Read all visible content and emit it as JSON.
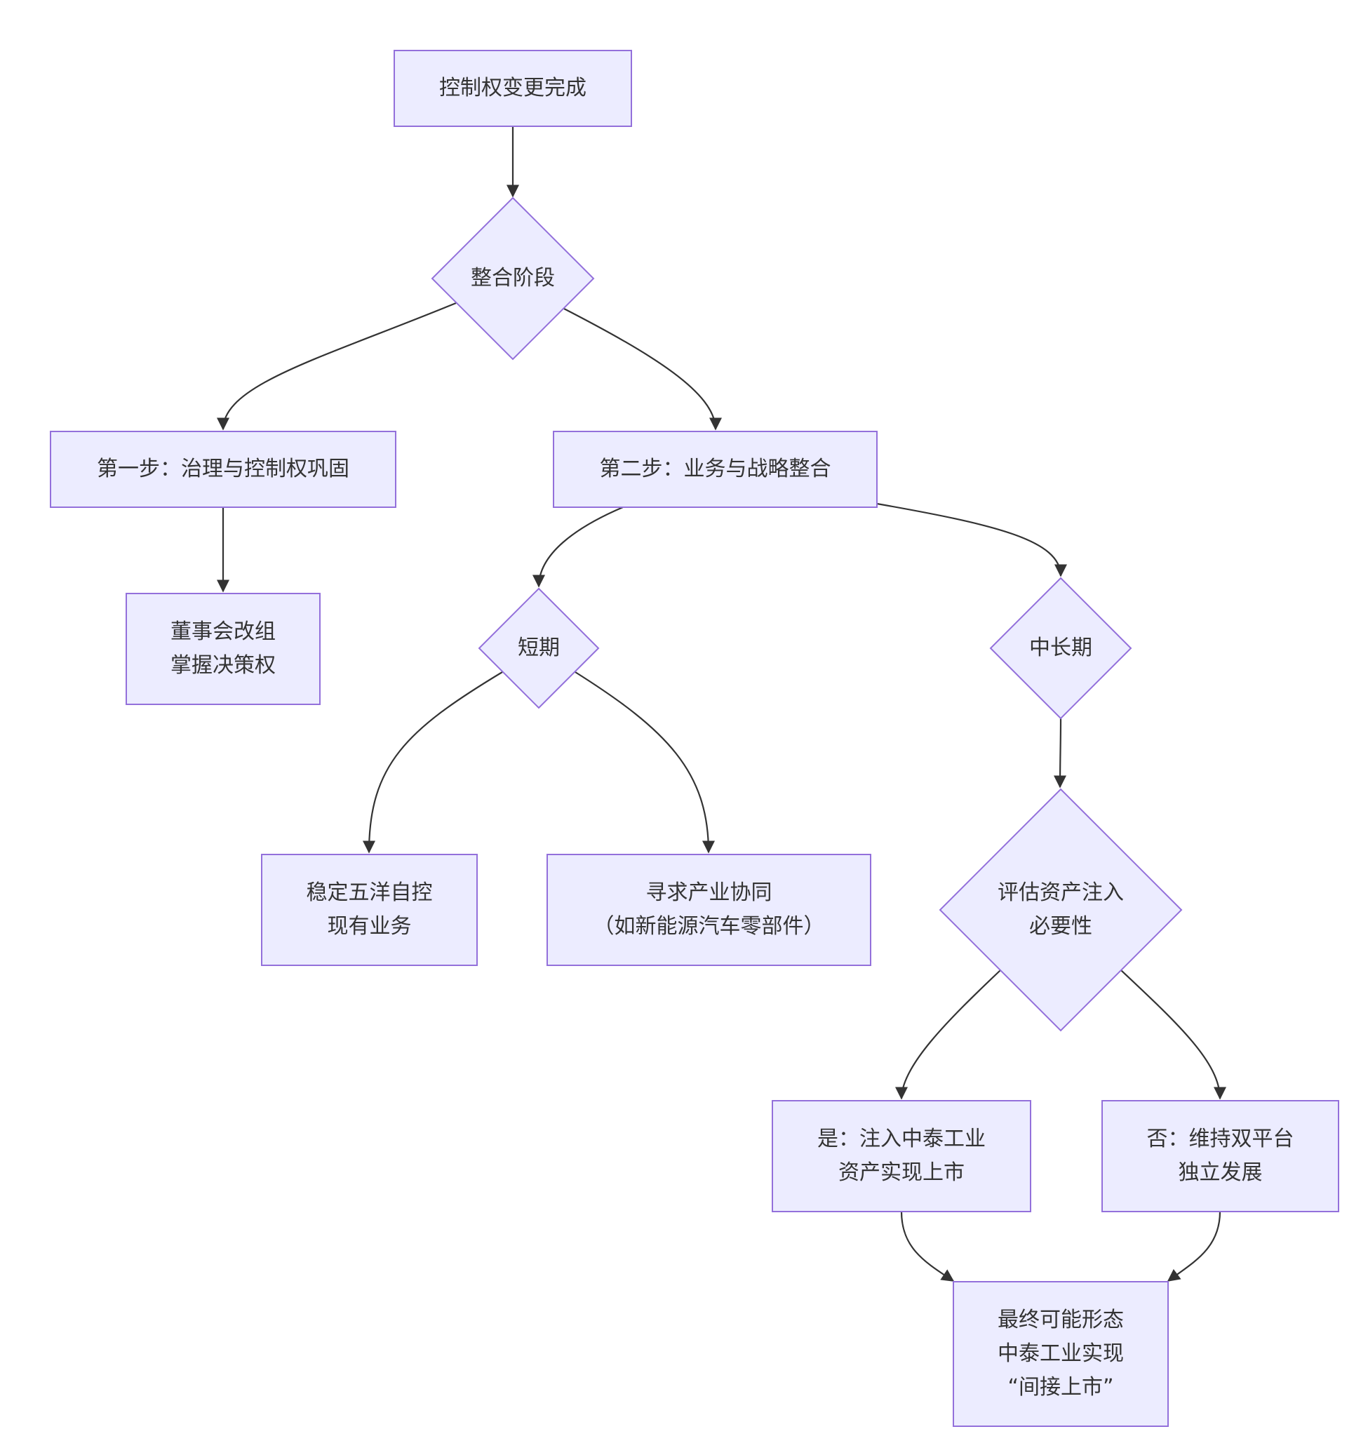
{
  "diagram": {
    "type": "flowchart",
    "colors": {
      "node_fill": "#ECECFF",
      "node_stroke": "#9370DB",
      "edge": "#333333",
      "text": "#333333",
      "background": "#FFFFFF"
    },
    "nodes": [
      {
        "id": "A",
        "shape": "rect",
        "lines": [
          "控制权变更完成"
        ]
      },
      {
        "id": "B",
        "shape": "diamond",
        "lines": [
          "整合阶段"
        ]
      },
      {
        "id": "C",
        "shape": "rect",
        "lines": [
          "第一步：治理与控制权巩固"
        ]
      },
      {
        "id": "D",
        "shape": "rect",
        "lines": [
          "第二步：业务与战略整合"
        ]
      },
      {
        "id": "E",
        "shape": "rect",
        "lines": [
          "董事会改组",
          "掌握决策权"
        ]
      },
      {
        "id": "F",
        "shape": "diamond",
        "lines": [
          "短期"
        ]
      },
      {
        "id": "G",
        "shape": "diamond",
        "lines": [
          "中长期"
        ]
      },
      {
        "id": "H",
        "shape": "rect",
        "lines": [
          "稳定五洋自控",
          "现有业务"
        ]
      },
      {
        "id": "I",
        "shape": "rect",
        "lines": [
          "寻求产业协同",
          "（如新能源汽车零部件）"
        ]
      },
      {
        "id": "J",
        "shape": "diamond",
        "lines": [
          "评估资产注入",
          "必要性"
        ]
      },
      {
        "id": "K",
        "shape": "rect",
        "lines": [
          "是：注入中泰工业",
          "资产实现上市"
        ]
      },
      {
        "id": "L",
        "shape": "rect",
        "lines": [
          "否：维持双平台",
          "独立发展"
        ]
      },
      {
        "id": "M",
        "shape": "rect",
        "lines": [
          "最终可能形态",
          "中泰工业实现",
          "“间接上市”"
        ]
      }
    ],
    "edges": [
      {
        "from": "A",
        "to": "B"
      },
      {
        "from": "B",
        "to": "C"
      },
      {
        "from": "B",
        "to": "D"
      },
      {
        "from": "C",
        "to": "E"
      },
      {
        "from": "D",
        "to": "F"
      },
      {
        "from": "D",
        "to": "G"
      },
      {
        "from": "F",
        "to": "H"
      },
      {
        "from": "F",
        "to": "I"
      },
      {
        "from": "G",
        "to": "J"
      },
      {
        "from": "J",
        "to": "K"
      },
      {
        "from": "J",
        "to": "L"
      },
      {
        "from": "K",
        "to": "M"
      },
      {
        "from": "L",
        "to": "M"
      }
    ]
  }
}
